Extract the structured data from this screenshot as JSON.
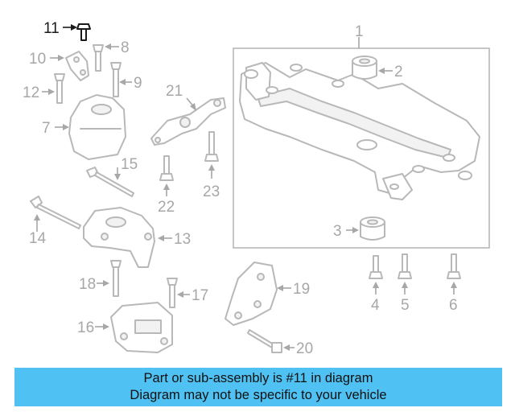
{
  "callouts": {
    "c1": "1",
    "c2": "2",
    "c3": "3",
    "c4": "4",
    "c5": "5",
    "c6": "6",
    "c7": "7",
    "c8": "8",
    "c9": "9",
    "c10": "10",
    "c11": "11",
    "c12": "12",
    "c13": "13",
    "c14": "14",
    "c15": "15",
    "c16": "16",
    "c17": "17",
    "c18": "18",
    "c19": "19",
    "c20": "20",
    "c21": "21",
    "c22": "22",
    "c23": "23"
  },
  "highlighted_part": "11",
  "colors": {
    "banner": "#4fc1f2",
    "highlight": "#1a1a1a",
    "line_art": "#b8b8b8",
    "label": "#a7a7a7"
  },
  "banner": {
    "line1": "Part or sub-assembly is #11 in diagram",
    "line2": "Diagram may not be specific to your vehicle"
  }
}
